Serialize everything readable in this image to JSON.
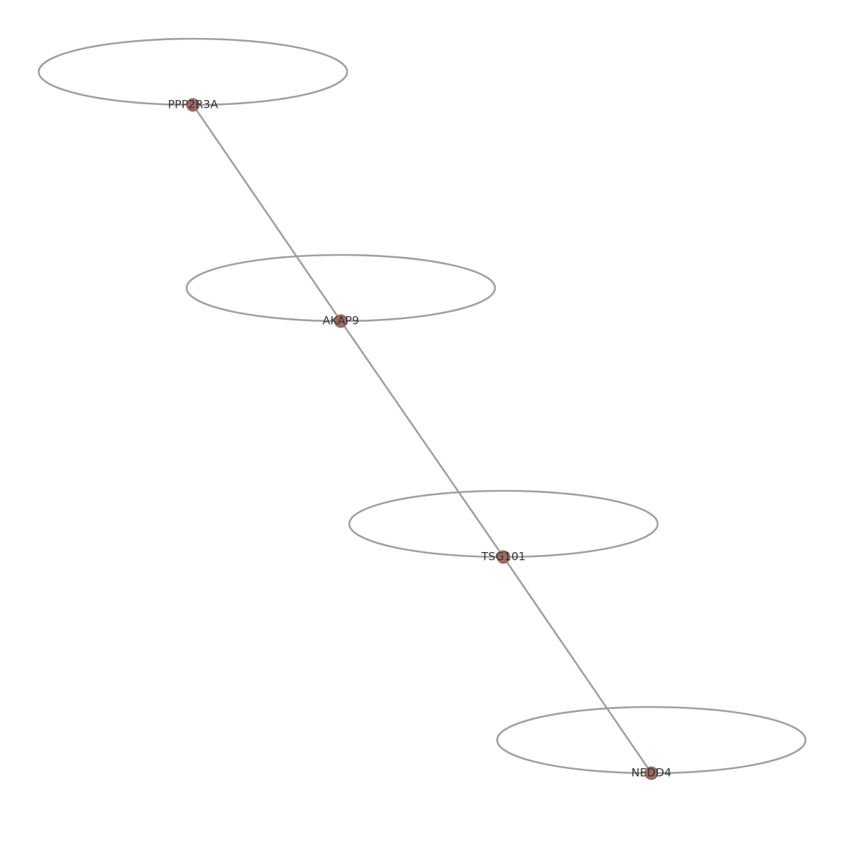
{
  "graph": {
    "nodes": [
      {
        "id": "PPP2R3A",
        "label": "PPP2R3A"
      },
      {
        "id": "AKAP9",
        "label": "AKAP9"
      },
      {
        "id": "TSG101",
        "label": "TSG101"
      },
      {
        "id": "NEDD4",
        "label": "NEDD4"
      }
    ],
    "edges": [
      {
        "source": "PPP2R3A",
        "target": "PPP2R3A",
        "type": "self-loop"
      },
      {
        "source": "AKAP9",
        "target": "AKAP9",
        "type": "self-loop"
      },
      {
        "source": "TSG101",
        "target": "TSG101",
        "type": "self-loop"
      },
      {
        "source": "NEDD4",
        "target": "NEDD4",
        "type": "self-loop"
      },
      {
        "source": "PPP2R3A",
        "target": "AKAP9",
        "type": "link"
      },
      {
        "source": "AKAP9",
        "target": "TSG101",
        "type": "link"
      },
      {
        "source": "TSG101",
        "target": "NEDD4",
        "type": "link"
      }
    ],
    "colors": {
      "node_fill": "#9b6b62",
      "edge": "#a09e9f",
      "label": "#333333",
      "background": "#ffffff"
    }
  }
}
